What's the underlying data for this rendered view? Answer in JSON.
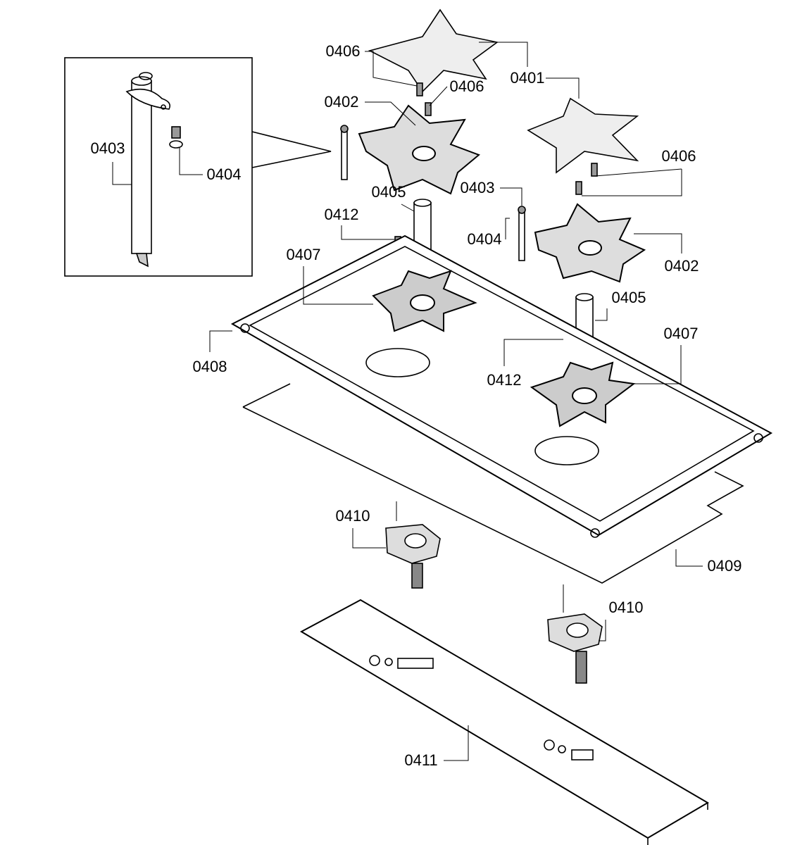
{
  "labels": [
    {
      "text": "0406",
      "part": "screw"
    },
    {
      "text": "0401",
      "part": "burner-cap"
    },
    {
      "text": "0406",
      "part": "screw"
    },
    {
      "text": "0402",
      "part": "burner-head"
    },
    {
      "text": "0403",
      "part": "ignition-electrode"
    },
    {
      "text": "0404",
      "part": "screw"
    },
    {
      "text": "0406",
      "part": "screw"
    },
    {
      "text": "0403",
      "part": "ignition-electrode"
    },
    {
      "text": "0405",
      "part": "nozzle-tube"
    },
    {
      "text": "0412",
      "part": "screw"
    },
    {
      "text": "0404",
      "part": "screw"
    },
    {
      "text": "0407",
      "part": "burner-base"
    },
    {
      "text": "0402",
      "part": "burner-head"
    },
    {
      "text": "0405",
      "part": "nozzle-tube"
    },
    {
      "text": "0407",
      "part": "burner-base"
    },
    {
      "text": "0408",
      "part": "hob-tray"
    },
    {
      "text": "0412",
      "part": "screw"
    },
    {
      "text": "0410",
      "part": "gas-valve"
    },
    {
      "text": "0409",
      "part": "gasket"
    },
    {
      "text": "0410",
      "part": "gas-valve"
    },
    {
      "text": "0411",
      "part": "bracket-rail"
    }
  ]
}
